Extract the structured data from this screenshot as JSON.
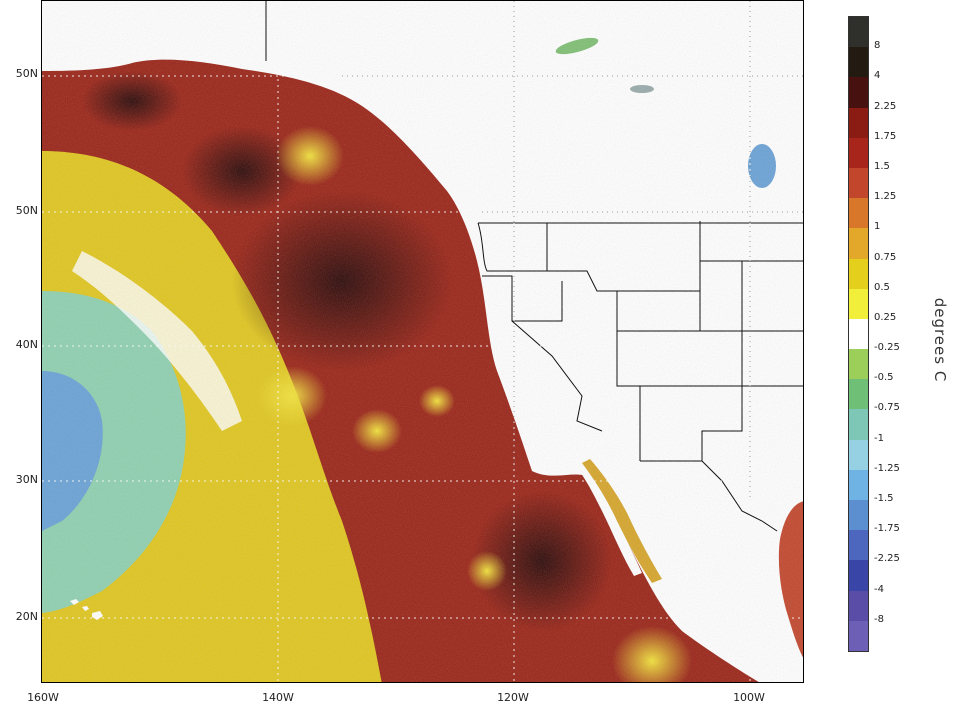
{
  "map": {
    "lat_labels": [
      "50N",
      "50N",
      "40N",
      "30N",
      "20N"
    ],
    "lon_labels": [
      "160W",
      "140W",
      "120W",
      "100W"
    ],
    "colors": {
      "land": "#ffffff",
      "ocean_warm": "#9a2316",
      "ocean_dark": "#3a0b0a",
      "ocean_yellow": "#e8d21d",
      "ocean_cool": "#7cc3a8",
      "ocean_cold": "#6aa2d6"
    }
  },
  "colorbar": {
    "units": "degrees C",
    "labels": [
      "8",
      "4",
      "2.25",
      "1.75",
      "1.5",
      "1.25",
      "1",
      "0.75",
      "0.5",
      "0.25",
      "-0.25",
      "-0.5",
      "-0.75",
      "-1",
      "-1.25",
      "-1.5",
      "-1.75",
      "-2.25",
      "-4",
      "-8"
    ],
    "colors": [
      "#2f2f2b",
      "#231b12",
      "#46110f",
      "#8a1c14",
      "#a8251b",
      "#c2462c",
      "#d8762a",
      "#e3a82a",
      "#e4cf1d",
      "#f2ef3a",
      "#ffffff",
      "#9ccf5a",
      "#6fbf76",
      "#7ec7b6",
      "#96d1e3",
      "#6fb3e4",
      "#5b8fd0",
      "#4d67bf",
      "#3a45a8",
      "#5a4da8",
      "#6d5eb6"
    ]
  }
}
